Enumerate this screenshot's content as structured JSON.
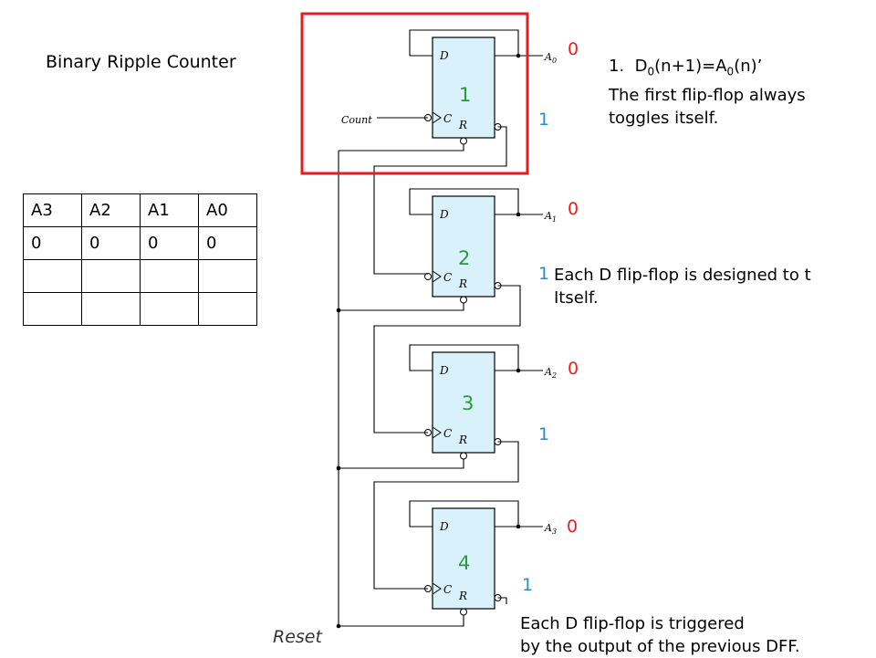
{
  "title": "Binary Ripple Counter",
  "table": {
    "headers": [
      "A3",
      "A2",
      "A1",
      "A0"
    ],
    "rows": [
      [
        "0",
        "0",
        "0",
        "0"
      ],
      [
        "",
        "",
        "",
        ""
      ],
      [
        "",
        "",
        "",
        ""
      ]
    ]
  },
  "flipflops": [
    {
      "number": "1",
      "out_label": "A",
      "out_sub": "0",
      "q_value": "0",
      "qbar_value": "1"
    },
    {
      "number": "2",
      "out_label": "A",
      "out_sub": "1",
      "q_value": "0",
      "qbar_value": "1"
    },
    {
      "number": "3",
      "out_label": "A",
      "out_sub": "2",
      "q_value": "0",
      "qbar_value": "1"
    },
    {
      "number": "4",
      "out_label": "A",
      "out_sub": "3",
      "q_value": "0",
      "qbar_value": "1"
    }
  ],
  "pins": {
    "d": "D",
    "c": "C",
    "r": "R"
  },
  "count_label": "Count",
  "reset_label": "Reset",
  "note1": {
    "num": "1.",
    "eq_a": "D",
    "eq_sub1": "0",
    "eq_b": "(n+1)=A",
    "eq_sub2": "0",
    "eq_c": "(n)’",
    "line2": "The first flip-flop always",
    "line3": "toggles itself."
  },
  "note2": {
    "line1": "Each D flip-flop is designed to t",
    "line2": "Itself."
  },
  "note3": {
    "line1": "Each D flip-flop is triggered",
    "line2": "by the output of the previous DFF."
  },
  "colors": {
    "highlight": "#e21f1f",
    "ff_fill": "#d9f1fb",
    "bit_red": "#e8221d",
    "bit_blue": "#2a8fc8",
    "ff_number": "#2a9a3c"
  }
}
